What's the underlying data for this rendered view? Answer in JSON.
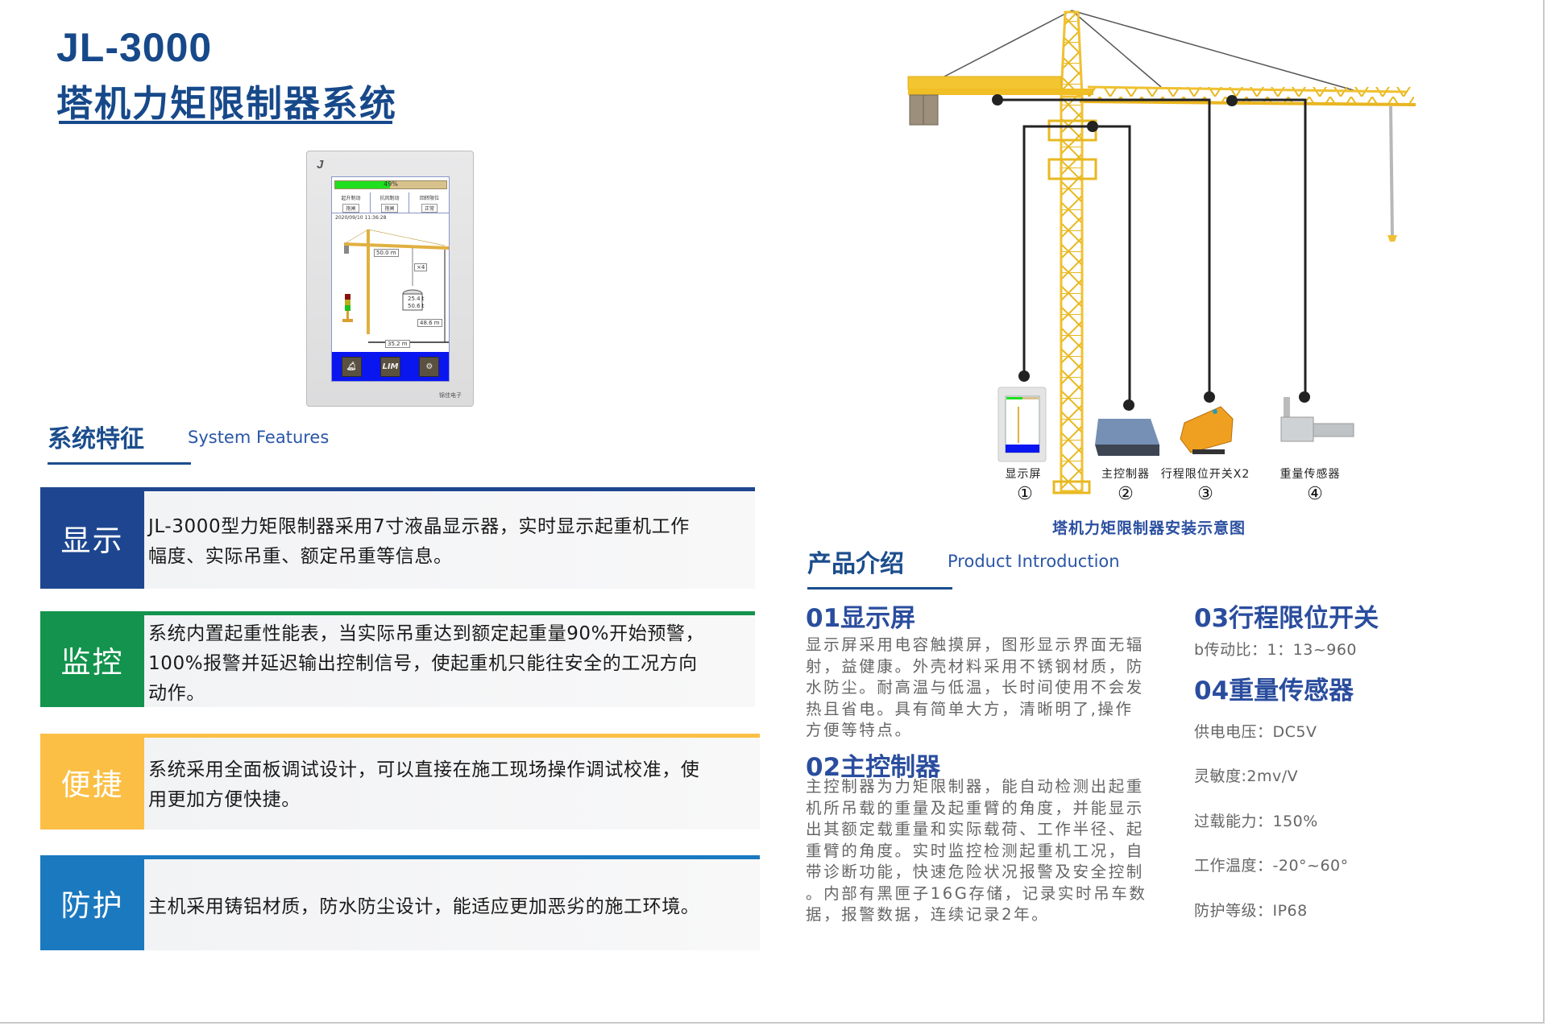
{
  "header": {
    "model": "JL-3000",
    "title": "塔机力矩限制器系统"
  },
  "device": {
    "load_percent_label": "49%",
    "load_percent": 49,
    "cells": [
      {
        "label": "起升制动",
        "value": "抱闸"
      },
      {
        "label": "抗风制动",
        "value": "抱闸"
      },
      {
        "label": "回转限位",
        "value": "正常"
      }
    ],
    "datetime": "2020/09/10 11:36:28",
    "readouts": {
      "radius": "50.0 m",
      "ratio": "×4",
      "actual": "25.4 t",
      "rated": "50.6 t",
      "height": "48.6 m",
      "span": "35.2 m"
    },
    "buttons": [
      {
        "icon": "bell-icon"
      },
      {
        "label": "LIM"
      },
      {
        "icon": "gear-icon"
      }
    ],
    "brand": "锦佳电子"
  },
  "features": {
    "title": "系统特征",
    "subtitle": "System Features",
    "items": [
      {
        "label": "显示",
        "color": "#1e4690",
        "lines": [
          "JL-3000型力矩限制器采用7寸液晶显示器，实时显示起重机工作",
          "幅度、实际吊重、额定吊重等信息。"
        ]
      },
      {
        "label": "监控",
        "color": "#13934d",
        "lines": [
          "系统内置起重性能表，当实际吊重达到额定起重量90%开始预警，",
          "100%报警并延迟输出控制信号，使起重机只能往安全的工况方向",
          "动作。"
        ]
      },
      {
        "label": "便捷",
        "color": "#fbbf45",
        "lines": [
          "系统采用全面板调试设计，可以直接在施工现场操作调试校准，使",
          "用更加方便快捷。"
        ]
      },
      {
        "label": "防护",
        "color": "#1b79c0",
        "lines": [
          "主机采用铸铝材质，防水防尘设计，能适应更加恶劣的施工环境。"
        ]
      }
    ]
  },
  "diagram": {
    "caption": "塔机力矩限制器安装示意图",
    "components": [
      {
        "label": "显示屏",
        "number": "①"
      },
      {
        "label": "主控制器",
        "number": "②"
      },
      {
        "label": "行程限位开关X2",
        "number": "③"
      },
      {
        "label": "重量传感器",
        "number": "④"
      }
    ]
  },
  "product": {
    "title": "产品介绍",
    "subtitle": "Product Introduction",
    "sections": [
      {
        "title": "01显示屏",
        "lines": [
          "显示屏采用电容触摸屏，图形显示界面无辐",
          "射，益健康。外壳材料采用不锈钢材质，防",
          "水防尘。耐高温与低温，长时间使用不会发",
          "热且省电。具有简单大方，清晰明了,操作",
          "方便等特点。"
        ]
      },
      {
        "title": "02主控制器",
        "lines": [
          "主控制器为力矩限制器，能自动检测出起重",
          "机所吊载的重量及起重臂的角度，并能显示",
          "出其额定载重量和实际载荷、工作半径、起",
          "重臂的角度。实时监控检测起重机工况，自",
          "带诊断功能，快速危险状况报警及安全控制",
          "。内部有黑匣子16G存储，记录实时吊车数",
          "据，报警数据，连续记录2年。"
        ]
      },
      {
        "title": "03行程限位开关",
        "specs": [
          "b传动比：1：13~960"
        ]
      },
      {
        "title": "04重量传感器",
        "specs": [
          "供电电压：DC5V",
          "灵敏度:2mv/V",
          "过载能力：150%",
          "工作温度：-20°~60°",
          "防护等级：IP68"
        ]
      }
    ]
  },
  "colors": {
    "brand_blue": "#17498a",
    "heading_blue": "#2a4d9e",
    "crane_yellow": "#f5c22a"
  }
}
